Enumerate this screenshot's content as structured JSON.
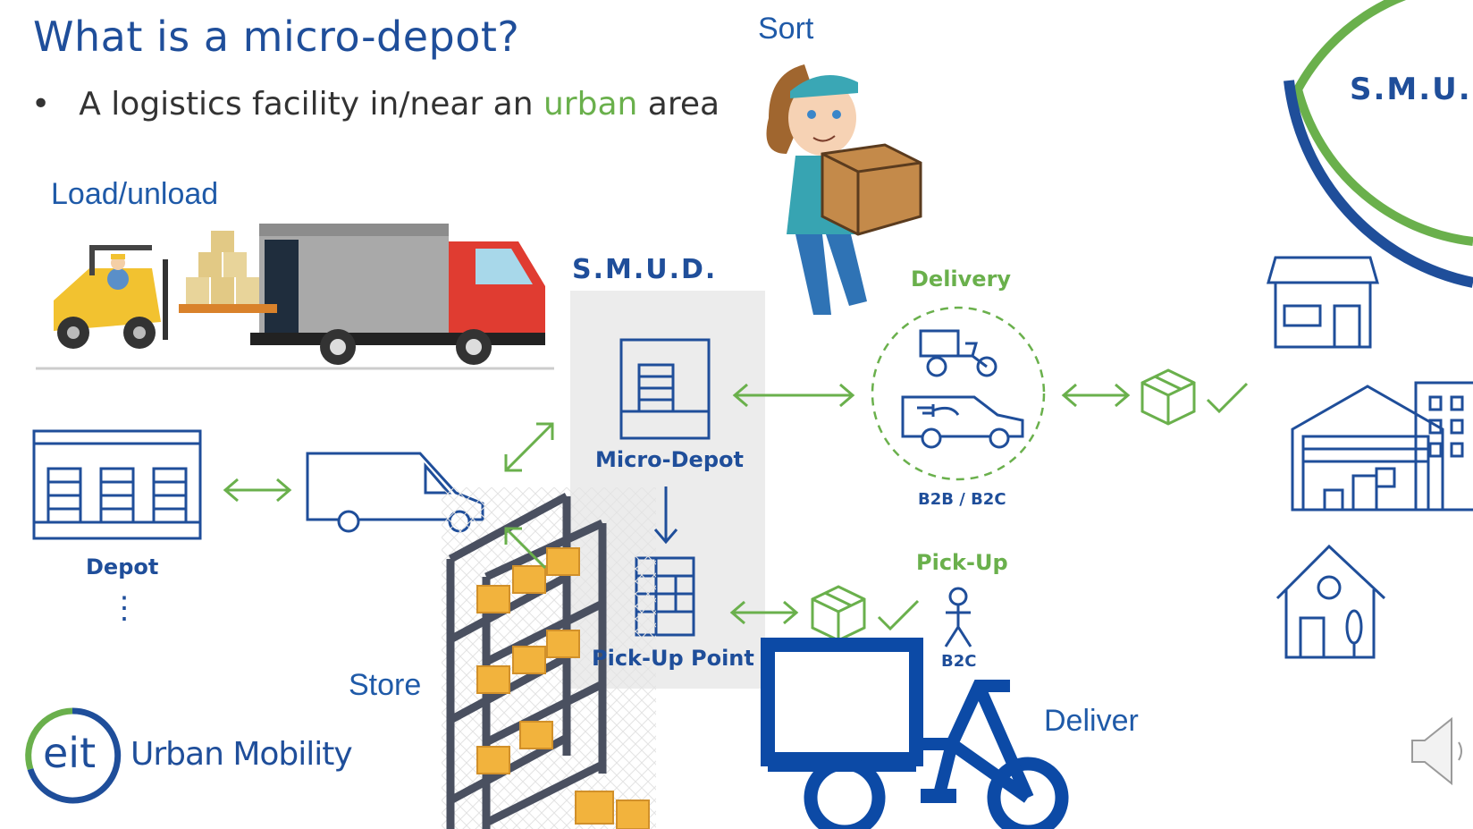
{
  "slide": {
    "title": "What is a micro-depot?",
    "bullet": {
      "marker": "•",
      "pre": "A logistics facility in/near an ",
      "highlight": "urban",
      "post": " area"
    }
  },
  "labels": {
    "load_unload": "Load/unload",
    "sort": "Sort",
    "store": "Store",
    "deliver": "Deliver",
    "depot": "Depot",
    "depot_dots": "⋮",
    "micro_depot": "Micro-Depot",
    "pickup_point": "Pick-Up Point",
    "delivery": "Delivery",
    "b2b_b2c": "B2B / B2C",
    "pickup": "Pick-Up",
    "b2c": "B2C"
  },
  "brand": {
    "smud_logo": "S.M.U.D.",
    "eit_logo_text": "eit",
    "urban_mobility": "Urban Mobility"
  },
  "colors": {
    "blue": "#1f4e9a",
    "green": "#6ab04c",
    "panel_gray": "#ececec"
  }
}
